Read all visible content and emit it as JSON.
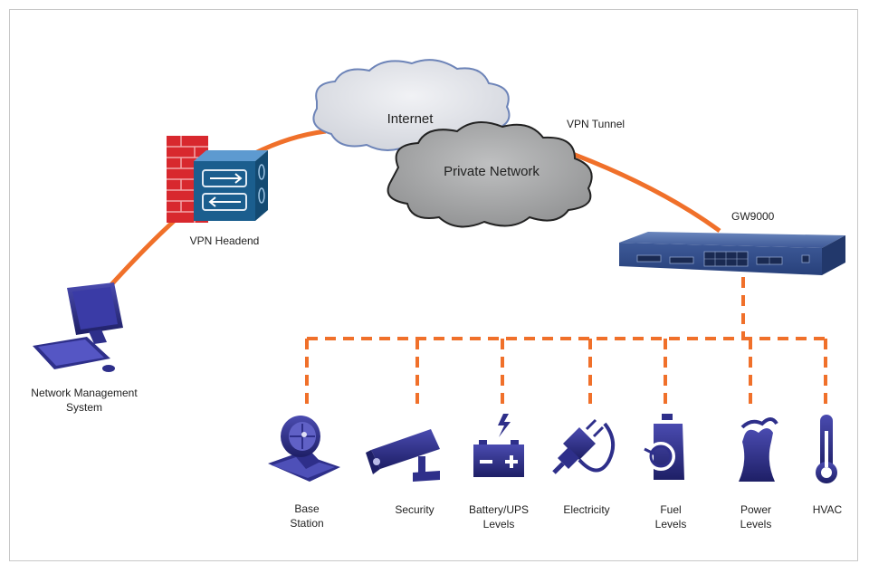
{
  "diagram": {
    "nodes": {
      "internet": "Internet",
      "private_network": "Private Network",
      "vpn_tunnel": "VPN Tunnel",
      "gateway": "GW9000",
      "vpn_headend": "VPN Headend",
      "nms_line1": "Network Management",
      "nms_line2": "System"
    },
    "endpoints": [
      {
        "line1": "Base",
        "line2": "Station",
        "icon": "satellite-dish-icon"
      },
      {
        "line1": "Security",
        "line2": "",
        "icon": "security-camera-icon"
      },
      {
        "line1": "Battery/UPS",
        "line2": "Levels",
        "icon": "battery-icon"
      },
      {
        "line1": "Electricity",
        "line2": "",
        "icon": "power-plug-icon"
      },
      {
        "line1": "Fuel",
        "line2": "Levels",
        "icon": "fuel-can-icon"
      },
      {
        "line1": "Power",
        "line2": "Levels",
        "icon": "power-plant-icon"
      },
      {
        "line1": "HVAC",
        "line2": "",
        "icon": "thermometer-icon"
      }
    ],
    "colors": {
      "link": "#f0702a",
      "icon": "#2e2f8a",
      "firewall": "#d8282e",
      "router": "#1b5e8e",
      "cloud_dark": "#a9aaab",
      "cloud_light": "#e1e3e7"
    }
  }
}
